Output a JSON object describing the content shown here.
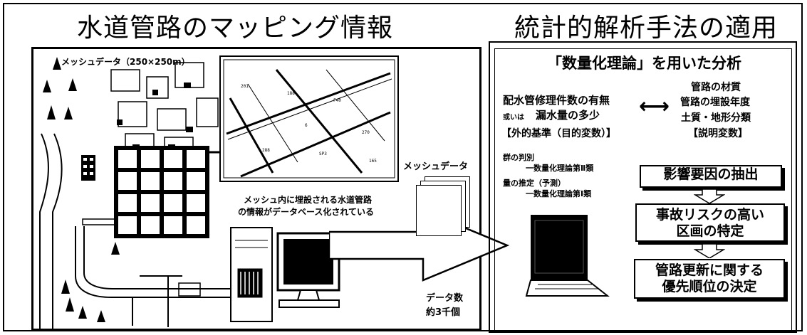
{
  "left": {
    "title": "水道管路のマッピング情報",
    "mesh_label": "メッシュデータ（250×250m）",
    "caption_line1": "メッシュ内に埋設される水道管路",
    "caption_line2": "の情報がデータベース化されている"
  },
  "middle": {
    "mesh_label": "メッシュデータ",
    "count_line1": "データ数",
    "count_line2": "約3千個"
  },
  "right": {
    "title": "統計的解析手法の適用",
    "subtitle": "「数量化理論」を用いた分析",
    "criterion_line1": "配水管修理件数の有無",
    "criterion_or": "或いは",
    "criterion_line2": "漏水量の多少",
    "criterion_bracket": "【外的基準（目的変数）】",
    "explanatory_line1": "管路の材質",
    "explanatory_line2": "管路の埋設年度",
    "explanatory_line3": "土質・地形分類",
    "explanatory_bracket": "【説明変数】",
    "method1_label": "群の判別",
    "method1_value": "一数量化理論第Ⅱ類",
    "method2_label": "量の推定（予測）",
    "method2_value": "一数量化理論第Ⅰ類",
    "step1": "影響要因の抽出",
    "step2_line1": "事故リスクの高い",
    "step2_line2": "区画の特定",
    "step3_line1": "管路更新に関する",
    "step3_line2": "優先順位の決定",
    "double_arrow": "⟷"
  }
}
